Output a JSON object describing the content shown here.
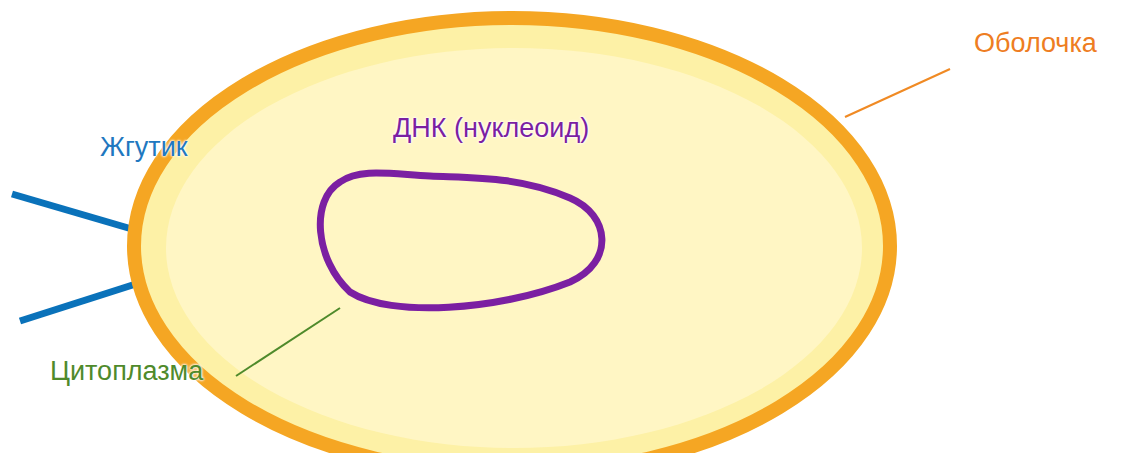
{
  "diagram": {
    "labels": [
      "Оболочка",
      "Жгутик",
      "ДНК (нуклеоид)",
      "Цитоплазма"
    ]
  }
}
